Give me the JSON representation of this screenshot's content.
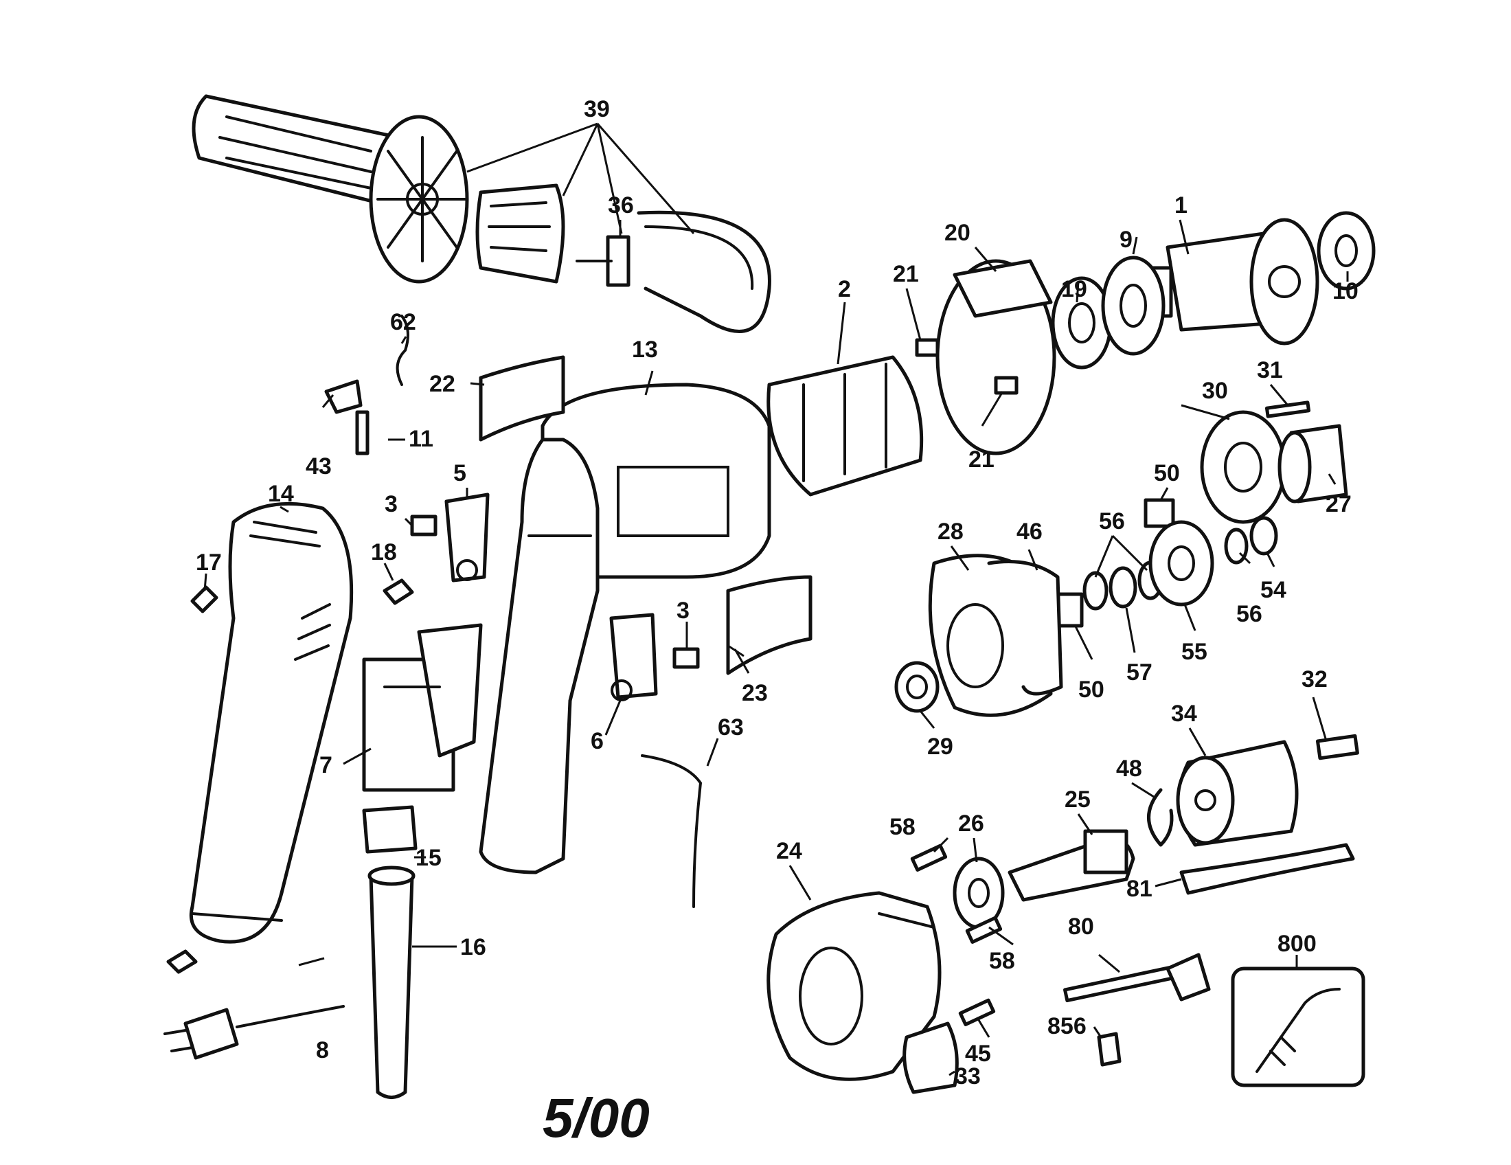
{
  "date_code": "5/00",
  "callouts": {
    "c1": "1",
    "c2": "2",
    "c3a": "3",
    "c3b": "3",
    "c5": "5",
    "c6": "6",
    "c7": "7",
    "c8": "8",
    "c9": "9",
    "c10": "10",
    "c11": "11",
    "c13": "13",
    "c14": "14",
    "c15": "15",
    "c16": "16",
    "c17": "17",
    "c18": "18",
    "c19": "19",
    "c20": "20",
    "c21a": "21",
    "c21b": "21",
    "c22": "22",
    "c23": "23",
    "c24": "24",
    "c25": "25",
    "c26": "26",
    "c27": "27",
    "c28": "28",
    "c29": "29",
    "c30": "30",
    "c31": "31",
    "c32": "32",
    "c33": "33",
    "c34": "34",
    "c36": "36",
    "c39": "39",
    "c43": "43",
    "c45": "45",
    "c46": "46",
    "c48": "48",
    "c50a": "50",
    "c50b": "50",
    "c54": "54",
    "c55": "55",
    "c56a": "56",
    "c56b": "56",
    "c57": "57",
    "c58a": "58",
    "c58b": "58",
    "c62": "62",
    "c63": "63",
    "c80": "80",
    "c81": "81",
    "c800": "800",
    "c856": "856"
  }
}
